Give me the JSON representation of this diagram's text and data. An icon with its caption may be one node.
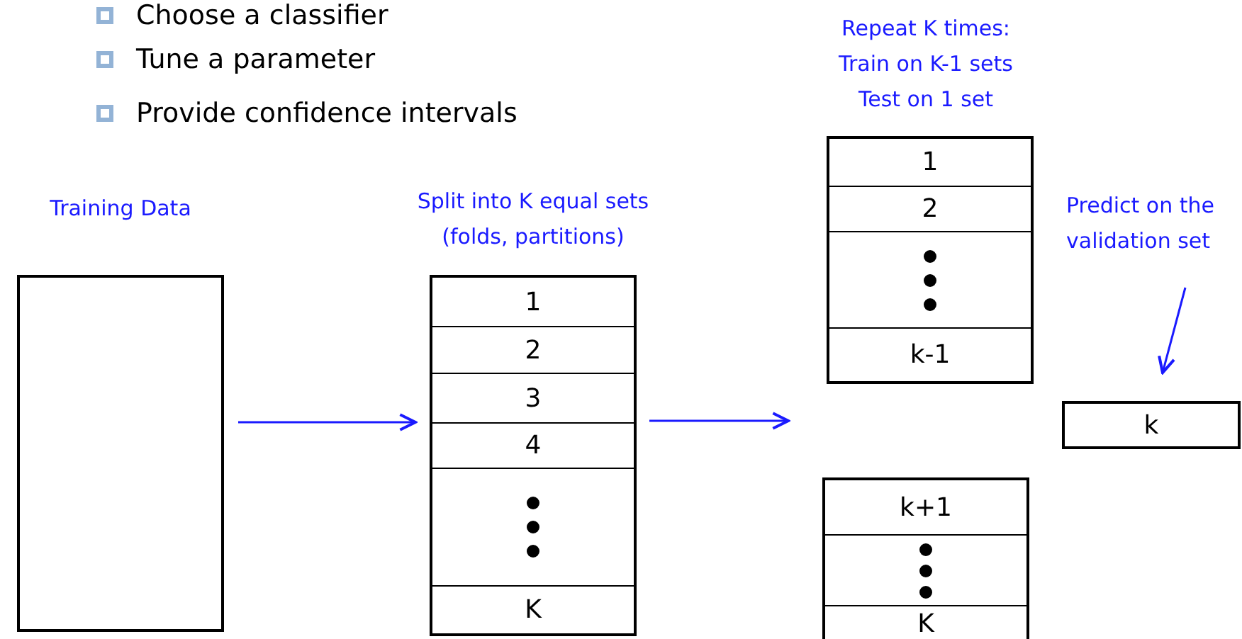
{
  "diagram": {
    "nodes": [
      {
        "text": [
          "Training Data"
        ]
      },
      {
        "text": [
          "Split into K equal sets (folds, partitions)"
        ]
      },
      {
        "text": [
          "1"
        ],
        "in": 1
      },
      {
        "text": [
          "2"
        ],
        "in": 1
      },
      {
        "text": [
          "3"
        ],
        "in": 1
      },
      {
        "text": [
          "4"
        ],
        "in": 1
      },
      {
        "text": [],
        "shape": "box",
        "in": 1
      },
      {
        "text": [
          "K"
        ],
        "in": 1
      },
      {
        "text": [
          "Repeat K times: Train on K-1 sets Test on 1 set"
        ]
      },
      {
        "text": [
          "1"
        ],
        "in": 8
      },
      {
        "text": [
          "2"
        ],
        "in": 8
      },
      {
        "text": [],
        "shape": "box",
        "in": 8
      },
      {
        "text": [
          "k-1"
        ],
        "in": 8
      },
      {
        "text": [],
        "shape": "box"
      },
      {
        "text": [
          "k+1"
        ],
        "in": 13
      },
      {
        "text": [],
        "shape": "box",
        "in": 13
      },
      {
        "text": [
          "K"
        ],
        "in": 13
      },
      {
        "text": [
          "Predict on the validation set"
        ]
      },
      {
        "text": [
          "k"
        ]
      }
    ],
    "edges": [
      {
        "from": 0,
        "to": 1,
        "arrow": "to"
      },
      {
        "from": 1,
        "to": null,
        "arrow": "to"
      },
      {
        "from": 17,
        "to": 18,
        "arrow": "to"
      }
    ],
    "labels": [
      "Choose a classifier",
      "Tune a parameter",
      "Provide confidence intervals"
    ]
  }
}
